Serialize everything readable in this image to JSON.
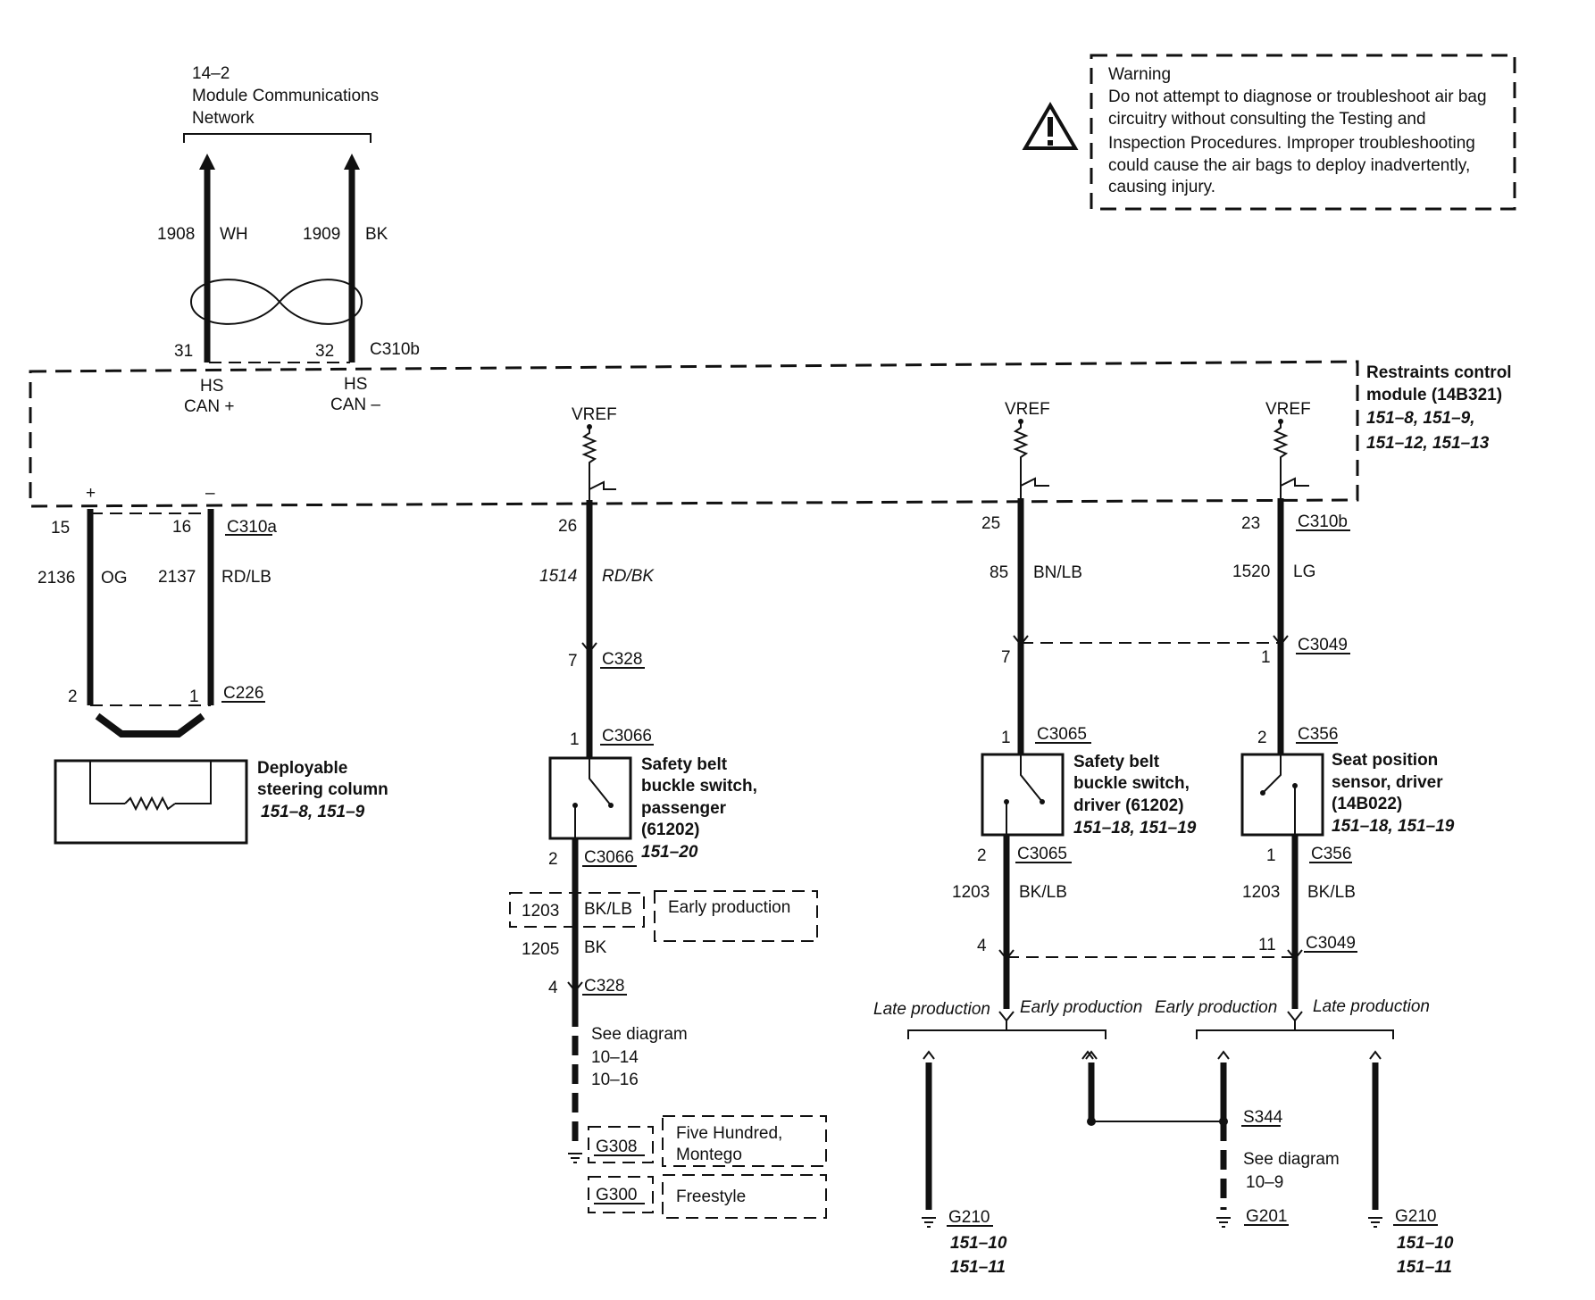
{
  "network": {
    "number": "14–2",
    "name_line1": "Module Communications",
    "name_line2": "Network"
  },
  "warning": {
    "title": "Warning",
    "lines": [
      "Do not attempt to diagnose or troubleshoot air bag",
      "circuitry without consulting the Testing and",
      "Inspection Procedures. Improper troubleshooting",
      "could cause the air bags to deploy inadvertently,",
      "causing injury."
    ]
  },
  "module": {
    "name_line1": "Restraints control",
    "name_line2": "module (14B321)",
    "ref_line1": "151–8, 151–9,",
    "ref_line2": "151–12, 151–13"
  },
  "can_wires": [
    {
      "circuit": "1908",
      "color": "WH",
      "pin": "31",
      "label_line1": "HS",
      "label_line2": "CAN +"
    },
    {
      "circuit": "1909",
      "color": "BK",
      "pin": "32",
      "label_line1": "HS",
      "label_line2": "CAN –"
    }
  ],
  "top_connector": "C310b",
  "vref": "VREF",
  "steering": {
    "pin_plus": "15",
    "pin_minus": "16",
    "plus_sign": "+",
    "minus_sign": "–",
    "connector": "C310a",
    "wire1_circuit": "2136",
    "wire1_color": "OG",
    "wire2_circuit": "2137",
    "wire2_color": "RD/LB",
    "c226_pin_left": "2",
    "c226_pin_right": "1",
    "c226": "C226",
    "name_line1": "Deployable",
    "name_line2": "steering column",
    "ref": "151–8, 151–9"
  },
  "passenger": {
    "pin": "26",
    "circuit": "1514",
    "color": "RD/BK",
    "c328_pin": "7",
    "c328": "C328",
    "c3066_pin_top": "1",
    "c3066_top": "C3066",
    "name_line1": "Safety belt",
    "name_line2": "buckle switch,",
    "name_line3": "passenger",
    "name_line4": "(61202)",
    "ref": "151–20",
    "c3066_pin_bottom": "2",
    "c3066_bottom": "C3066",
    "early_circuit": "1203",
    "early_color": "BK/LB",
    "early_note": "Early production",
    "circuit2": "1205",
    "color2": "BK",
    "c328b_pin": "4",
    "c328b": "C328",
    "see_line1": "See diagram",
    "see_line2": "10–14",
    "see_line3": "10–16",
    "g308": "G308",
    "g308_note_line1": "Five Hundred,",
    "g308_note_line2": "Montego",
    "g300": "G300",
    "g300_note": "Freestyle"
  },
  "driver_buckle": {
    "pin": "25",
    "circuit": "85",
    "color": "BN/LB",
    "c3049_pin": "7",
    "c3065_pin_top": "1",
    "c3065_top": "C3065",
    "name_line1": "Safety belt",
    "name_line2": "buckle switch,",
    "name_line3": "driver (61202)",
    "ref": "151–18, 151–19",
    "c3065_pin_bottom": "2",
    "c3065_bottom": "C3065",
    "circuit2": "1203",
    "color2": "BK/LB",
    "c3049b_pin": "4",
    "late": "Late production",
    "early": "Early production",
    "ground": "G210",
    "ground_ref1": "151–10",
    "ground_ref2": "151–11"
  },
  "seat_sensor": {
    "pin": "23",
    "connector": "C310b",
    "circuit": "1520",
    "color": "LG",
    "c3049_pin": "1",
    "c3049": "C3049",
    "c356_pin_top": "2",
    "c356_top": "C356",
    "name_line1": "Seat position",
    "name_line2": "sensor, driver",
    "name_line3": "(14B022)",
    "ref": "151–18, 151–19",
    "c356_pin_bottom": "1",
    "c356_bottom": "C356",
    "circuit2": "1203",
    "color2": "BK/LB",
    "c3049b_pin": "11",
    "c3049b": "C3049",
    "early": "Early production",
    "late": "Late production",
    "splice": "S344",
    "see_line1": "See diagram",
    "see_line2": "10–9",
    "ground1": "G201",
    "ground2": "G210",
    "ground2_ref1": "151–10",
    "ground2_ref2": "151–11"
  }
}
